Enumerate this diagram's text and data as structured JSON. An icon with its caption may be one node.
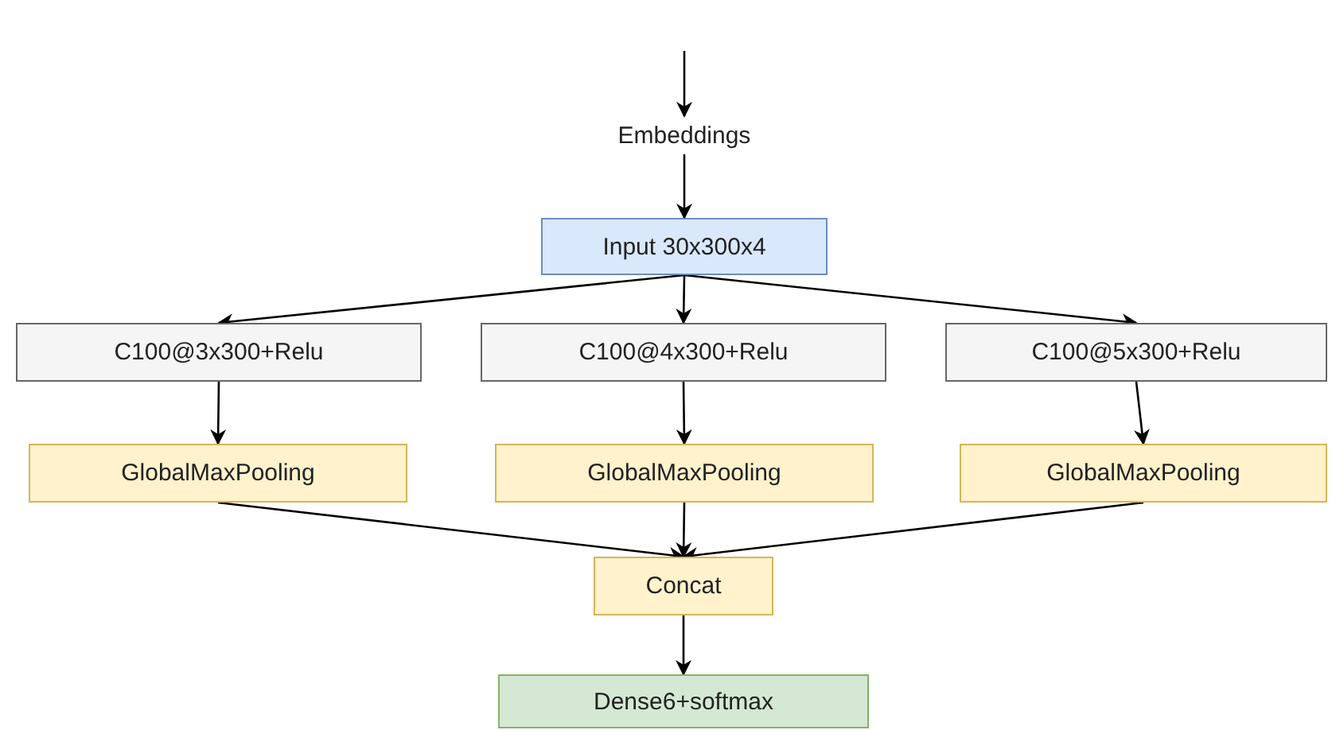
{
  "diagram": {
    "nodes": [
      {
        "text": [
          "Embeddings"
        ]
      },
      {
        "text": [
          "Input 30x300x4"
        ]
      },
      {
        "text": [
          "C100@3x300+Relu"
        ]
      },
      {
        "text": [
          "C100@4x300+Relu"
        ]
      },
      {
        "text": [
          "C100@5x300+Relu"
        ]
      },
      {
        "text": [
          "GlobalMaxPooling"
        ]
      },
      {
        "text": [
          "GlobalMaxPooling"
        ]
      },
      {
        "text": [
          "GlobalMaxPooling"
        ]
      },
      {
        "text": [
          "Concat"
        ]
      },
      {
        "text": [
          "Dense6+softmax"
        ]
      }
    ],
    "edges": [
      {
        "from": null,
        "to": 0,
        "arrow": "to"
      },
      {
        "from": 0,
        "to": 1,
        "arrow": "to"
      },
      {
        "from": 1,
        "to": 2,
        "arrow": "to"
      },
      {
        "from": 1,
        "to": 3,
        "arrow": "to"
      },
      {
        "from": 1,
        "to": 4,
        "arrow": "to"
      },
      {
        "from": 2,
        "to": 5,
        "arrow": "to"
      },
      {
        "from": 3,
        "to": 6,
        "arrow": "to"
      },
      {
        "from": 4,
        "to": 7,
        "arrow": "to"
      },
      {
        "from": 5,
        "to": 8,
        "arrow": "to"
      },
      {
        "from": 6,
        "to": 8,
        "arrow": "to"
      },
      {
        "from": 7,
        "to": 8,
        "arrow": "to"
      },
      {
        "from": 8,
        "to": 9,
        "arrow": "to"
      }
    ]
  }
}
